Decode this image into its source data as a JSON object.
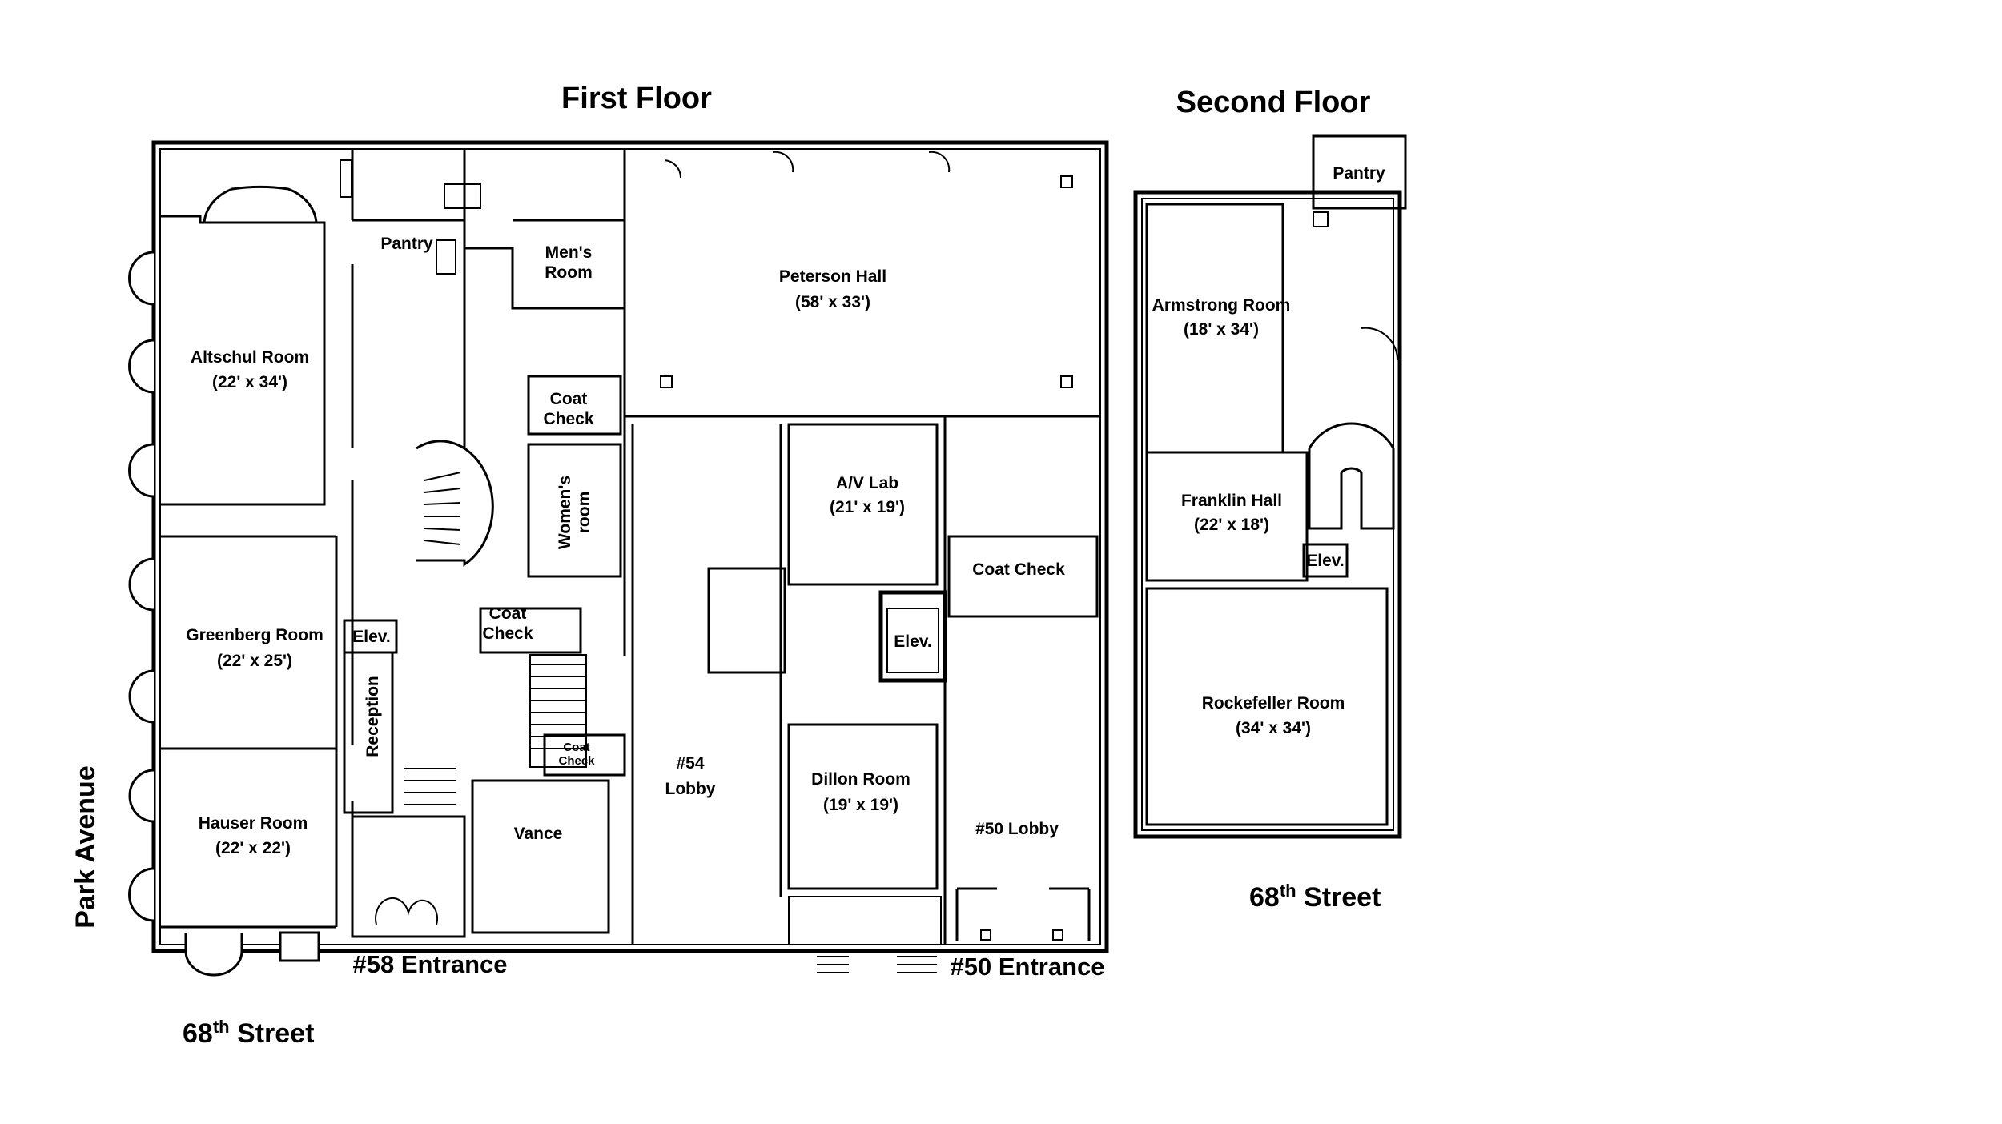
{
  "titles": {
    "first_floor": "First Floor",
    "second_floor": "Second Floor"
  },
  "streets": {
    "park_avenue": "Park Avenue",
    "street_68_first": {
      "num": "68",
      "sup": "th",
      "word": " Street"
    },
    "street_68_second": {
      "num": "68",
      "sup": "th",
      "word": " Street"
    }
  },
  "entrances": {
    "e58": "#58 Entrance",
    "e50": "#50 Entrance"
  },
  "first_floor_rooms": {
    "pantry": "Pantry",
    "mens_room": [
      "Men's",
      "Room"
    ],
    "peterson_hall": [
      "Peterson Hall",
      "(58' x 33')"
    ],
    "altschul_room": [
      "Altschul Room",
      "(22' x 34')"
    ],
    "coat_check_top": [
      "Coat",
      "Check"
    ],
    "womens_room": [
      "Women's",
      "room"
    ],
    "av_lab": [
      "A/V Lab",
      "(21' x 19')"
    ],
    "coat_check_right": "Coat Check",
    "greenberg_room": [
      "Greenberg Room",
      "(22' x 25')"
    ],
    "elev_left": "Elev.",
    "coat_check_mid": [
      "Coat",
      "Check"
    ],
    "elev_mid": "Elev.",
    "reception": "Reception",
    "coat_check_small": [
      "Coat",
      "Check"
    ],
    "lobby_54": [
      "#54",
      "Lobby"
    ],
    "dillon_room": [
      "Dillon Room",
      "(19' x 19')"
    ],
    "hauser_room": [
      "Hauser Room",
      "(22' x 22')"
    ],
    "vance": "Vance",
    "lobby_50": "#50 Lobby"
  },
  "second_floor_rooms": {
    "pantry": "Pantry",
    "armstrong_room": [
      "Armstrong Room",
      "(18' x 34')"
    ],
    "franklin_hall": [
      "Franklin Hall",
      "(22' x 18')"
    ],
    "elev": "Elev.",
    "rockefeller_room": [
      "Rockefeller Room",
      "(34' x 34')"
    ]
  }
}
